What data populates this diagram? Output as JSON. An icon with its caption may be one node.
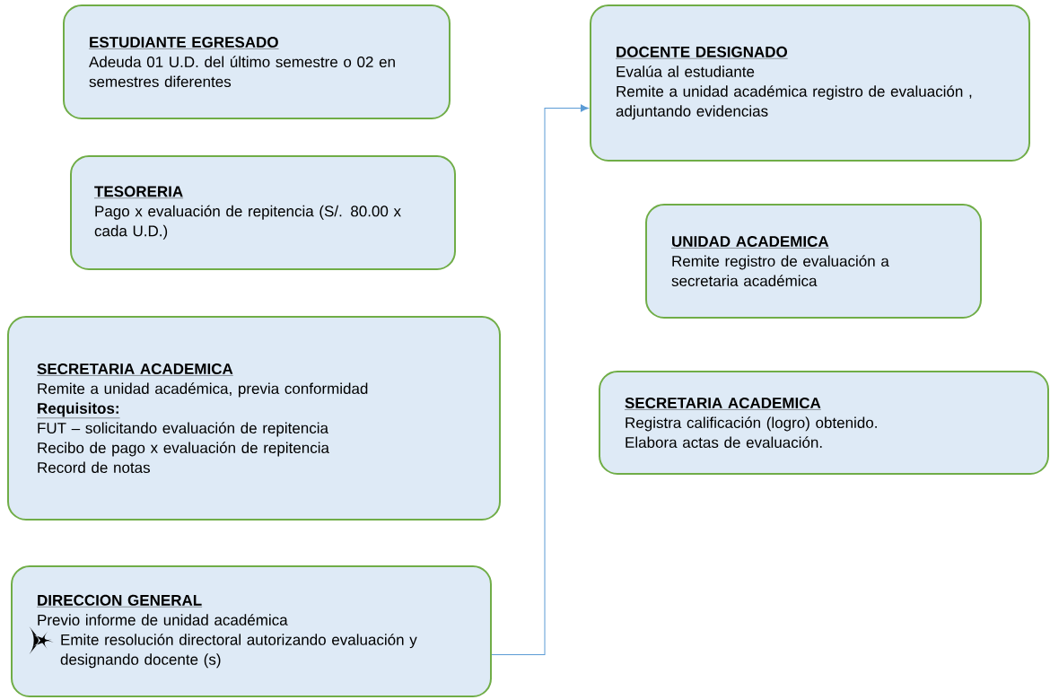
{
  "diagram": {
    "nodes": [
      {
        "text": [
          "ESTUDIANTE EGRESADO",
          "Adeuda 01 U.D. del último semestre o 02 en semestres diferentes"
        ]
      },
      {
        "text": [
          "TESORERIA",
          "Pago x evaluación de repitencia (S/. 80.00 x cada U.D.)"
        ]
      },
      {
        "text": [
          "SECRETARIA ACADEMICA",
          "Remite a unidad académica, previa conformidad",
          "**Requisitos:**",
          "FUT – solicitando evaluación de repitencia",
          "Recibo de pago x evaluación de repitencia",
          "Record de notas"
        ]
      },
      {
        "text": [
          "DIRECCION GENERAL",
          "Previo informe de unidad académica",
          "Emite resolución directoral autorizando evaluación y designando docente (s)"
        ]
      },
      {
        "text": [
          "DOCENTE DESIGNADO",
          "Evalúa al estudiante",
          "Remite a unidad académica registro de evaluación , adjuntando evidencias"
        ]
      },
      {
        "text": [
          "UNIDAD ACADEMICA",
          "Remite registro de evaluación a secretaria académica"
        ]
      },
      {
        "text": [
          "SECRETARIA ACADEMICA",
          "Registra calificación (logro) obtenido.",
          "Elabora actas de evaluación."
        ]
      }
    ],
    "edges": [
      {
        "from": 3,
        "to": 4,
        "arrow": "to"
      }
    ]
  }
}
